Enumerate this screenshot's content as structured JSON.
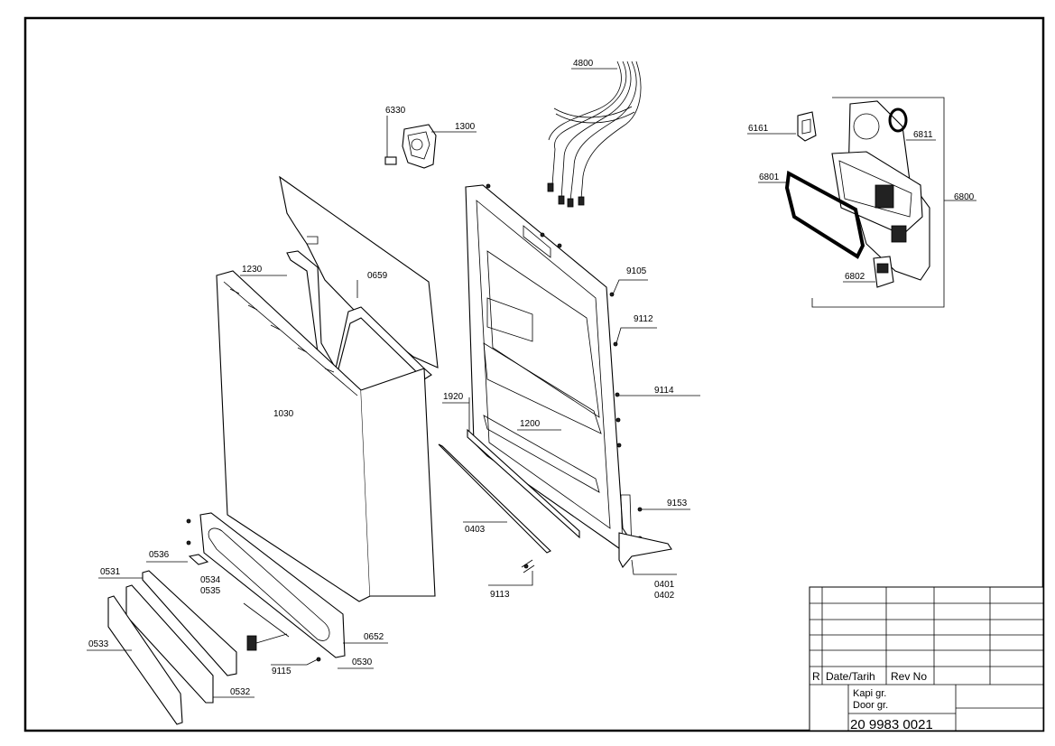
{
  "labels": {
    "l4800": "4800",
    "l6330": "6330",
    "l1300": "1300",
    "l6161": "6161",
    "l6811": "6811",
    "l6801": "6801",
    "l6800": "6800",
    "l6802": "6802",
    "l1230": "1230",
    "l0659": "0659",
    "l9105": "9105",
    "l9112": "9112",
    "l9114": "9114",
    "l1030": "1030",
    "l1920": "1920",
    "l1200": "1200",
    "l9153": "9153",
    "l0403": "0403",
    "l0536": "0536",
    "l0531": "0531",
    "l0534": "0534",
    "l0535": "0535",
    "l0401": "0401",
    "l0402": "0402",
    "l9113": "9113",
    "l0652": "0652",
    "l0533": "0533",
    "l9115": "9115",
    "l0530": "0530",
    "l0532": "0532"
  },
  "title_block": {
    "r_header": "R",
    "date_header": "Date/Tarih",
    "rev_header": "Rev No",
    "desc_tr": "Kapi gr.",
    "desc_en": "Door gr.",
    "drawing_number": "20 9983 0021"
  }
}
